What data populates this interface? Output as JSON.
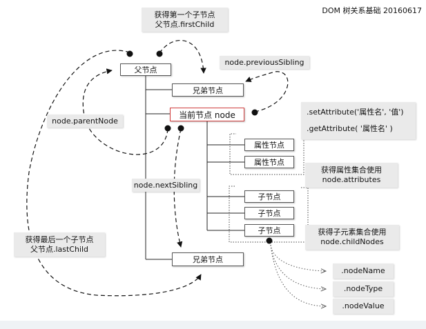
{
  "title": "DOM 树关系基础 20160617",
  "nodes": {
    "parent": "父节点",
    "sibling_prev": "兄弟节点",
    "current": "当前节点 node",
    "attr1": "属性节点",
    "attr2": "属性节点",
    "child1": "子节点",
    "child2": "子节点",
    "child3": "子节点",
    "sibling_next": "兄弟节点"
  },
  "notes": {
    "first_child": [
      "获得第一个子节点",
      "父节点.firstChild"
    ],
    "previous_sibling": "node.previousSibling",
    "parent_node": "node.parentNode",
    "attribute_methods": [
      ".setAttribute('属性名', '值')",
      ".getAttribute( '属性名' )"
    ],
    "attributes": [
      "获得属性集合使用",
      "node.attributes"
    ],
    "next_sibling": "node.nextSibling",
    "last_child": [
      "获得最后一个子节点",
      "父节点.lastChild"
    ],
    "child_nodes": [
      "获得子元素集合使用",
      "node.childNodes"
    ]
  },
  "child_props": [
    ".nodeName",
    ".nodeType",
    ".nodeValue"
  ]
}
